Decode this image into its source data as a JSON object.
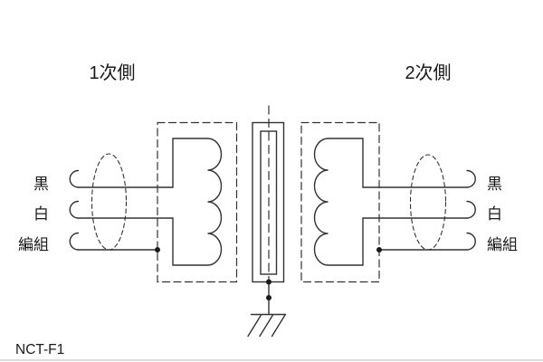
{
  "page": {
    "background": "#ffffff",
    "line_color": "#333333",
    "text_color": "#1a1a1a"
  },
  "titles": {
    "primary_side": "1次側",
    "secondary_side": "2次側"
  },
  "left_terminals": {
    "black": "黒",
    "white": "白",
    "braid": "編組"
  },
  "right_terminals": {
    "black": "黒",
    "white": "白",
    "braid": "編組"
  },
  "footer": {
    "model": "NCT-F1"
  }
}
